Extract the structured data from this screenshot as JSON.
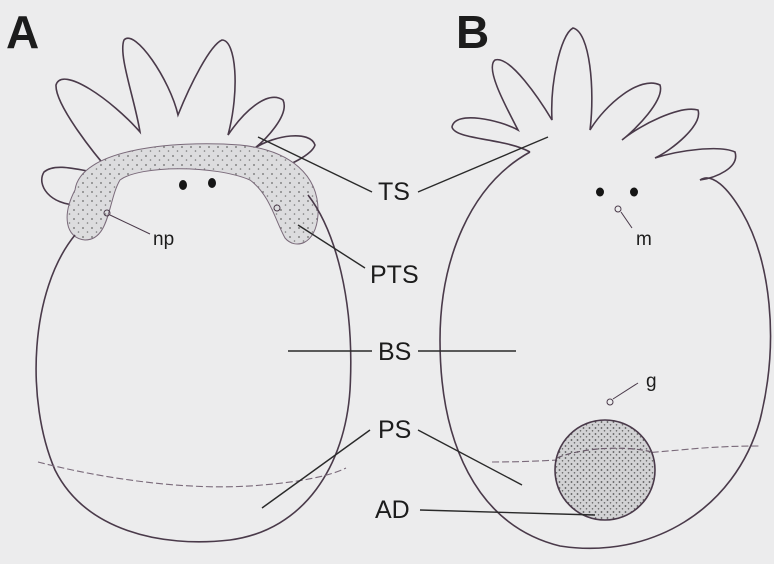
{
  "panels": [
    {
      "letter": "A"
    },
    {
      "letter": "B"
    }
  ],
  "labels": {
    "ts": "TS",
    "pts": "PTS",
    "bs": "BS",
    "ps": "PS",
    "ad": "AD",
    "np": "np",
    "m": "m",
    "g": "g"
  },
  "colors": {
    "background": "#ececed",
    "outline": "#4a3a4a",
    "stipple_fill": "#d7d7d9",
    "line": "#2a2a2a"
  }
}
